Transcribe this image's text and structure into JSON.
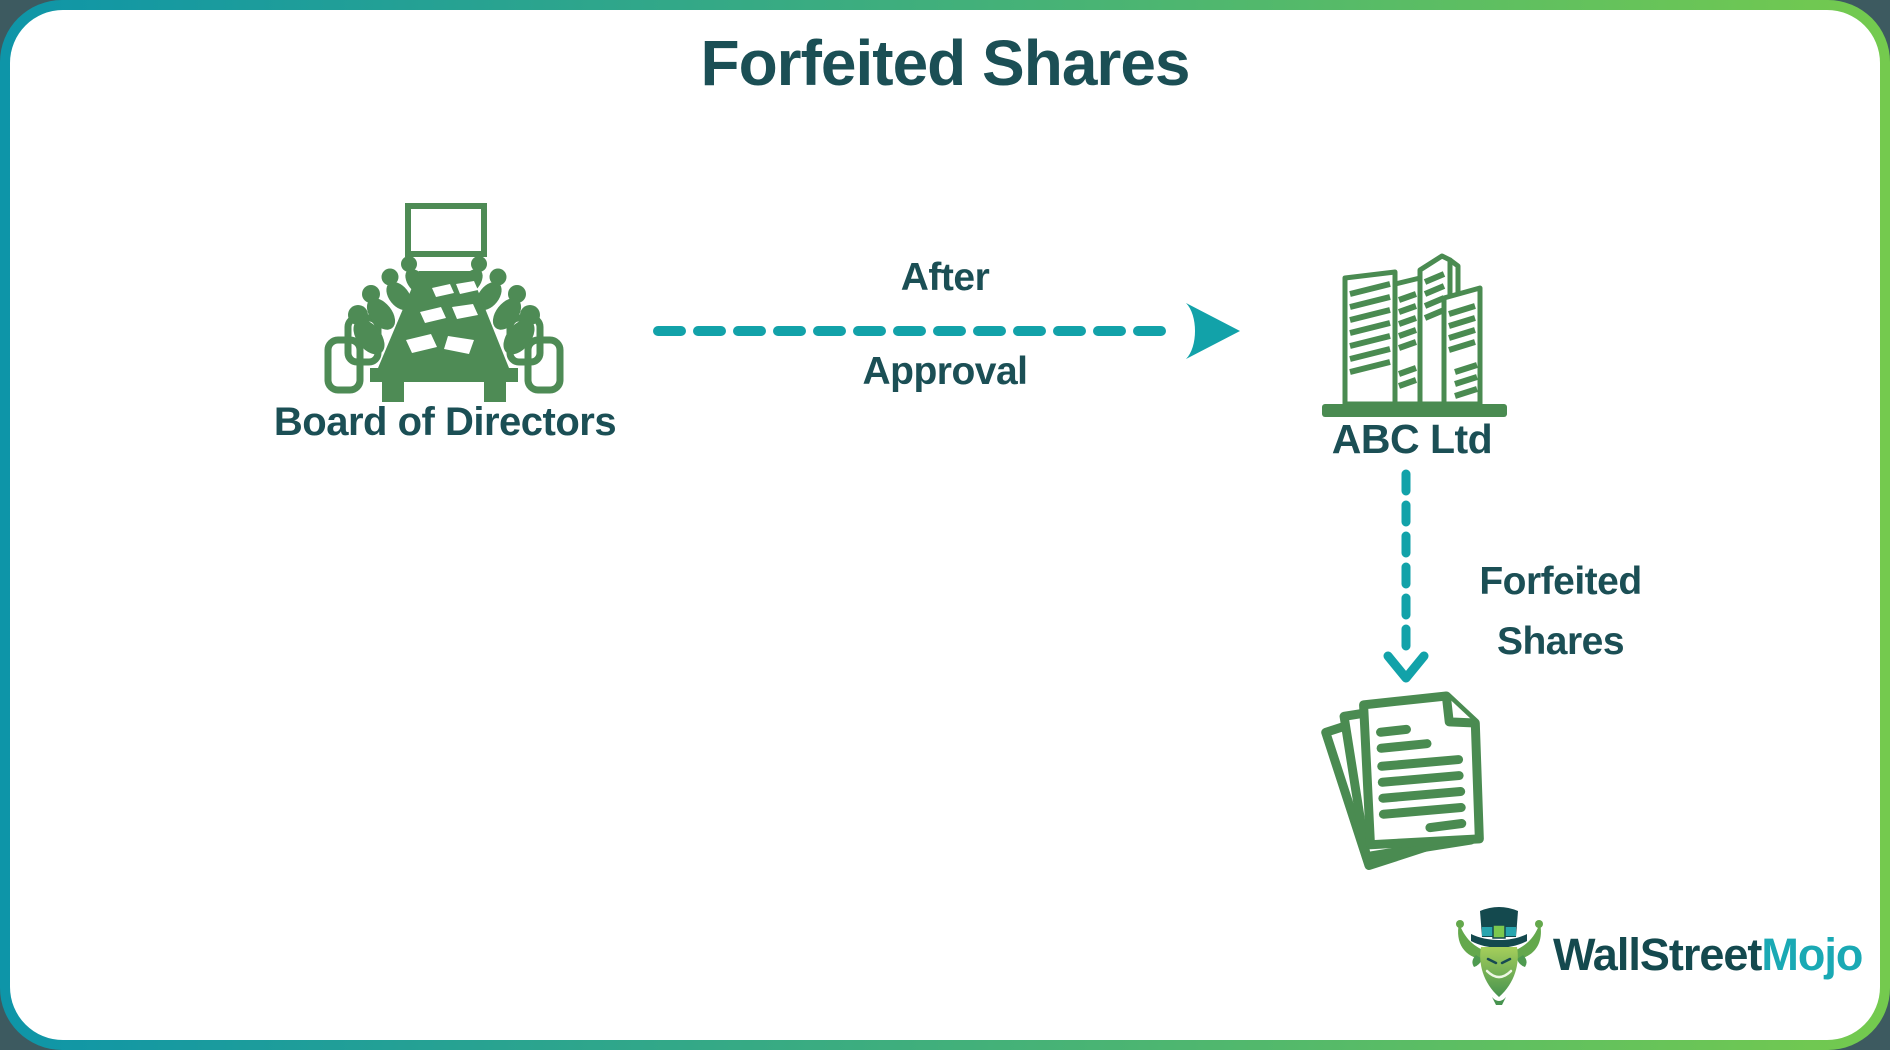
{
  "title": "Forfeited Shares",
  "diagram": {
    "board": {
      "label": "Board of Directors"
    },
    "company": {
      "label": "ABC Ltd"
    },
    "flow_right": {
      "label_top": "After",
      "label_bottom": "Approval"
    },
    "flow_down": {
      "line1": "Forfeited",
      "line2": "Shares"
    }
  },
  "logo": {
    "brand_primary": "WallStreet",
    "brand_accent": "Mojo"
  },
  "icons": {
    "board": "board-of-directors-meeting-icon",
    "company": "office-buildings-icon",
    "documents": "share-certificates-documents-icon",
    "flow_right": "dashed-arrow-right-icon",
    "flow_down": "dashed-arrow-down-icon",
    "mascot": "bull-with-top-hat-icon"
  },
  "colors": {
    "dark_text": "#1b4f55",
    "teal_arrow": "#12a2a9",
    "icon_green": "#4e8b55",
    "outline_green": "#4a8b51",
    "logo_primary": "#14494e",
    "logo_accent": "#1aa9b4",
    "border_teal": "#0e95a8",
    "border_green": "#74ca4e",
    "card_bg": "#ffffff",
    "outer_bg": "#3d5a60"
  }
}
